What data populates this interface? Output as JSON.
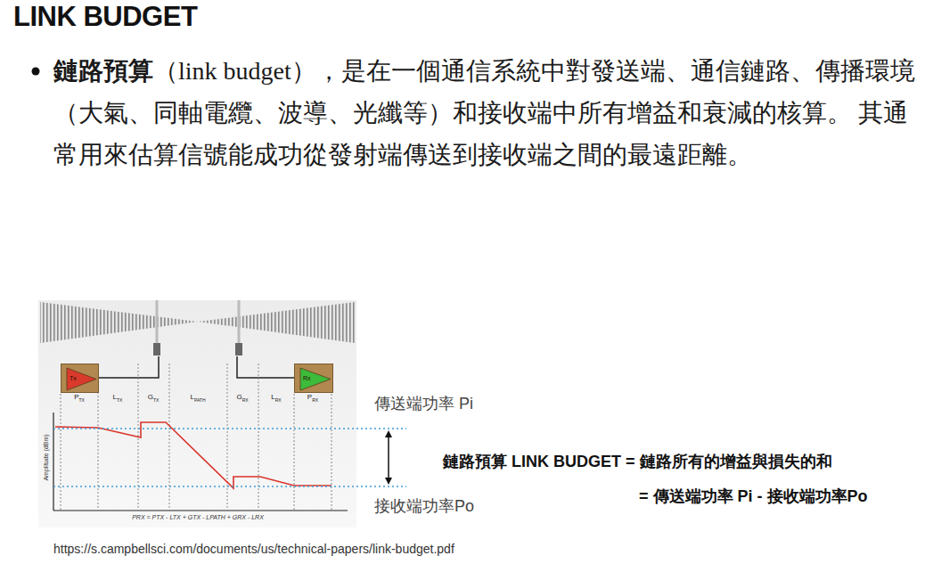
{
  "diagram": {
    "title": "LINK BUDGET",
    "caption": "https://s.campbellsci.com/documents/us/technical-papers/link-budget.pdf",
    "nodes": [
      {
        "text": [
          "Tx"
        ]
      },
      {
        "text": [
          "Rx"
        ]
      }
    ],
    "labels": [
      "鏈路預算",
      "（link budget），是在一個通信系統中對發送端、通信鏈路、傳播環境（大氣、同軸電纜、波導、光纖等）和接收端中所有增益和衰減的核算。 其通常用來估算信號能成功從發射端傳送到接收端之間的最遠距離。",
      "P",
      "TX",
      "L",
      "TX",
      "G",
      "TX",
      "L",
      "PATH",
      "G",
      "RX",
      "L",
      "RX",
      "P",
      "RX",
      "Amplitude (dBm)",
      "PRX = PTX - LTX + GTX - LPATH + GRX - LRX",
      "傳送端功率 Pi",
      "鏈路預算 LINK BUDGET = 鏈路所有的增益與損失的和",
      "= 傳送端功率 Pi - 接收端功率Po",
      "接收端功率Po"
    ]
  }
}
